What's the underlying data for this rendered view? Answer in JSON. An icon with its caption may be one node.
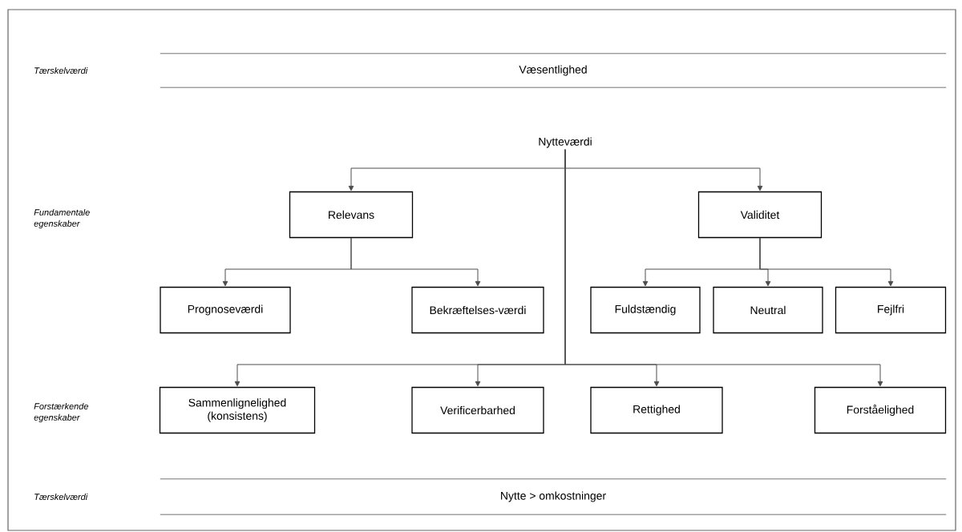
{
  "diagram": {
    "nodes": [
      {
        "text": [
          "Væsentlighed"
        ]
      },
      {
        "text": [
          "Nytteværdi"
        ]
      },
      {
        "text": [
          "Relevans"
        ]
      },
      {
        "text": [
          "Validitet"
        ]
      },
      {
        "text": [
          "Prognoseværdi"
        ]
      },
      {
        "text": [
          "Bekræftelses-værdi"
        ]
      },
      {
        "text": [
          "Fuldstændig"
        ]
      },
      {
        "text": [
          "Neutral"
        ]
      },
      {
        "text": [
          "Fejlfri"
        ]
      },
      {
        "text": [
          "Sammenlignelighed (konsistens)"
        ]
      },
      {
        "text": [
          "Verificerbarhed"
        ]
      },
      {
        "text": [
          "Rettighed"
        ]
      },
      {
        "text": [
          "Forståelighed"
        ]
      },
      {
        "text": [
          "Nytte > omkostninger"
        ]
      }
    ],
    "edges": [
      {
        "from": 1,
        "to": 2,
        "arrow": "to"
      },
      {
        "from": 1,
        "to": 3,
        "arrow": "to"
      },
      {
        "from": 2,
        "to": 4,
        "arrow": "to"
      },
      {
        "from": 2,
        "to": 5,
        "arrow": "to"
      },
      {
        "from": 3,
        "to": 6,
        "arrow": "to"
      },
      {
        "from": 3,
        "to": 7,
        "arrow": "to"
      },
      {
        "from": 3,
        "to": 8,
        "arrow": "to"
      },
      {
        "from": 1,
        "to": 9,
        "arrow": "to"
      },
      {
        "from": 1,
        "to": 10,
        "arrow": "to"
      },
      {
        "from": 1,
        "to": 11,
        "arrow": "to"
      },
      {
        "from": 1,
        "to": 12,
        "arrow": "to"
      }
    ],
    "labels": [
      "Tærskelværdi",
      "Fundamentale egenskaber",
      "Forstærkende egenskaber",
      "Tærskelværdi"
    ]
  }
}
